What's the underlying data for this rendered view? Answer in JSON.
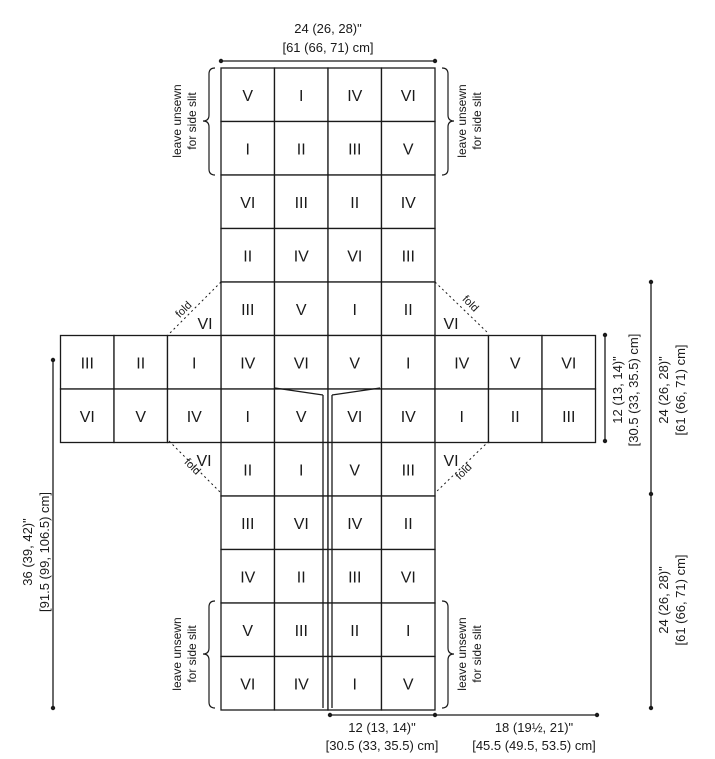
{
  "dimensions": {
    "top_width": "24 (26, 28)\"",
    "top_width_cm": "[61 (66, 71) cm]",
    "right_upper": "24 (26, 28)\"",
    "right_upper_cm": "[61 (66, 71) cm]",
    "right_lower": "24 (26, 28)\"",
    "right_lower_cm": "[61 (66, 71) cm]",
    "right_arm": "12 (13, 14)\"",
    "right_arm_cm": "[30.5 (33, 35.5) cm]",
    "left_length": "36 (39, 42)\"",
    "left_length_cm": "[91.5 (99, 106.5) cm]",
    "bottom_center": "12 (13, 14)\"",
    "bottom_center_cm": "[30.5 (33, 35.5) cm]",
    "bottom_right": "18 (19½, 21)\"",
    "bottom_right_cm": "[45.5 (49.5, 53.5) cm]"
  },
  "labels": {
    "leave_unsewn": "leave unsewn",
    "for_side_slit": "for side slit",
    "fold": "fold"
  },
  "grid": {
    "vertical_rows": [
      [
        "V",
        "I",
        "IV",
        "VI"
      ],
      [
        "I",
        "II",
        "III",
        "V"
      ],
      [
        "VI",
        "III",
        "II",
        "IV"
      ],
      [
        "II",
        "IV",
        "VI",
        "III"
      ],
      [
        "III",
        "V",
        "I",
        "II"
      ],
      [
        "IV",
        "VI",
        "V",
        "I"
      ],
      [
        "I",
        "V",
        "VI",
        "IV"
      ],
      [
        "II",
        "I",
        "V",
        "III"
      ],
      [
        "III",
        "VI",
        "IV",
        "II"
      ],
      [
        "IV",
        "II",
        "III",
        "VI"
      ],
      [
        "V",
        "III",
        "II",
        "I"
      ],
      [
        "VI",
        "IV",
        "I",
        "V"
      ]
    ],
    "left_arm": [
      [
        "III",
        "II",
        "I"
      ],
      [
        "VI",
        "V",
        "IV"
      ]
    ],
    "right_arm": [
      [
        "IV",
        "V",
        "VI"
      ],
      [
        "I",
        "II",
        "III"
      ]
    ],
    "fold_numerals": {
      "upper_left": "VI",
      "upper_right": "VI",
      "lower_left": "VI",
      "lower_right": "VI"
    }
  }
}
